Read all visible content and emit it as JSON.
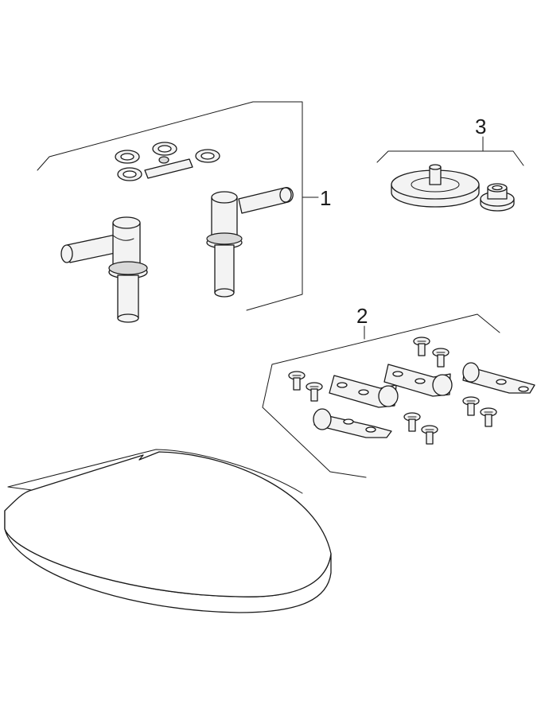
{
  "callouts": {
    "hinge_set": "1",
    "fixing_set": "2",
    "buffer_set": "3"
  },
  "colors": {
    "line": "#1a1a1a",
    "fill_light": "#f3f3f3",
    "fill_part": "#d9d9d9",
    "background": "#ffffff"
  }
}
